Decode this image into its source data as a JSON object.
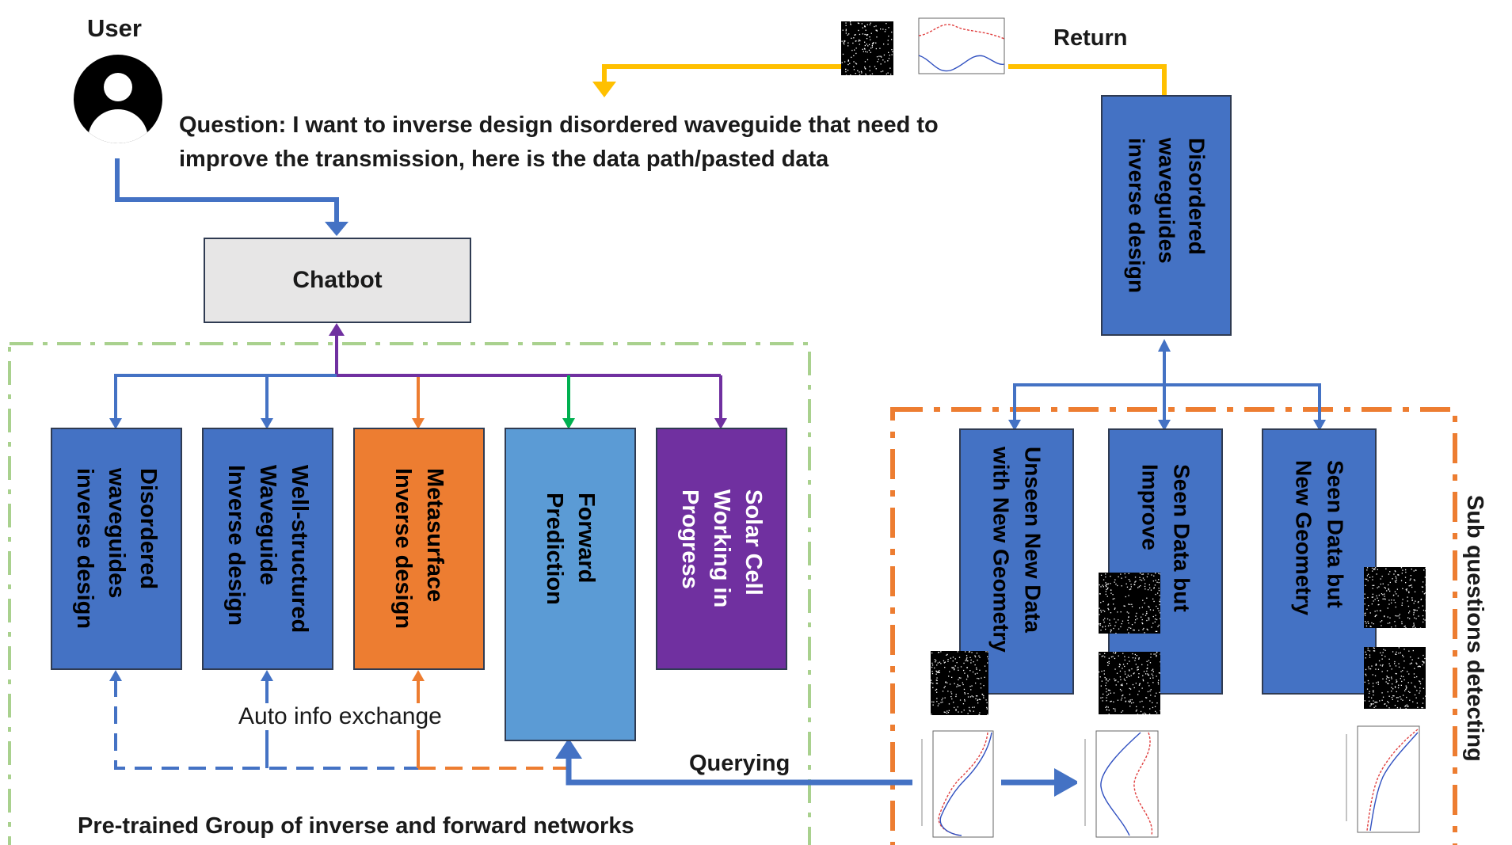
{
  "colors": {
    "blue": "#4472c4",
    "light_blue": "#5b9bd5",
    "orange": "#ed7d31",
    "purple": "#7030a0",
    "green_arrow": "#00b050",
    "gold": "#ffc000",
    "green_dash": "#a9d18e",
    "chatbot_fill": "#e7e6e6"
  },
  "user_label": "User",
  "question": {
    "line1": "Question: I want to inverse design disordered waveguide that need to",
    "line2": "improve the transmission, here is the data path/pasted data"
  },
  "chatbot_label": "Chatbot",
  "return_label": "Return",
  "top_right_box": {
    "line1": "Disordered",
    "line2": "waveguides",
    "line3": "inverse design"
  },
  "networks": [
    {
      "line1": "Disordered",
      "line2": "waveguides",
      "line3": "inverse design"
    },
    {
      "line1": "Well-structured",
      "line2": "Waveguide",
      "line3": "Inverse design"
    },
    {
      "line1": "Metasurface",
      "line2": "Inverse design"
    },
    {
      "line1": "Forward",
      "line2": "Prediction"
    },
    {
      "line1": "Solar Cell",
      "line2": "Working in",
      "line3": "Progress"
    }
  ],
  "auto_info_label": "Auto info exchange",
  "querying_label": "Querying",
  "group_label": "Pre-trained Group of inverse and forward networks",
  "subquestions_label": "Sub questions detecting",
  "subquestions": [
    {
      "line1": "Unseen New Data",
      "line2": "with New Geometry"
    },
    {
      "line1": "Seen Data but",
      "line2": "Improve"
    },
    {
      "line1": "Seen Data but",
      "line2": "New Geometry"
    }
  ]
}
